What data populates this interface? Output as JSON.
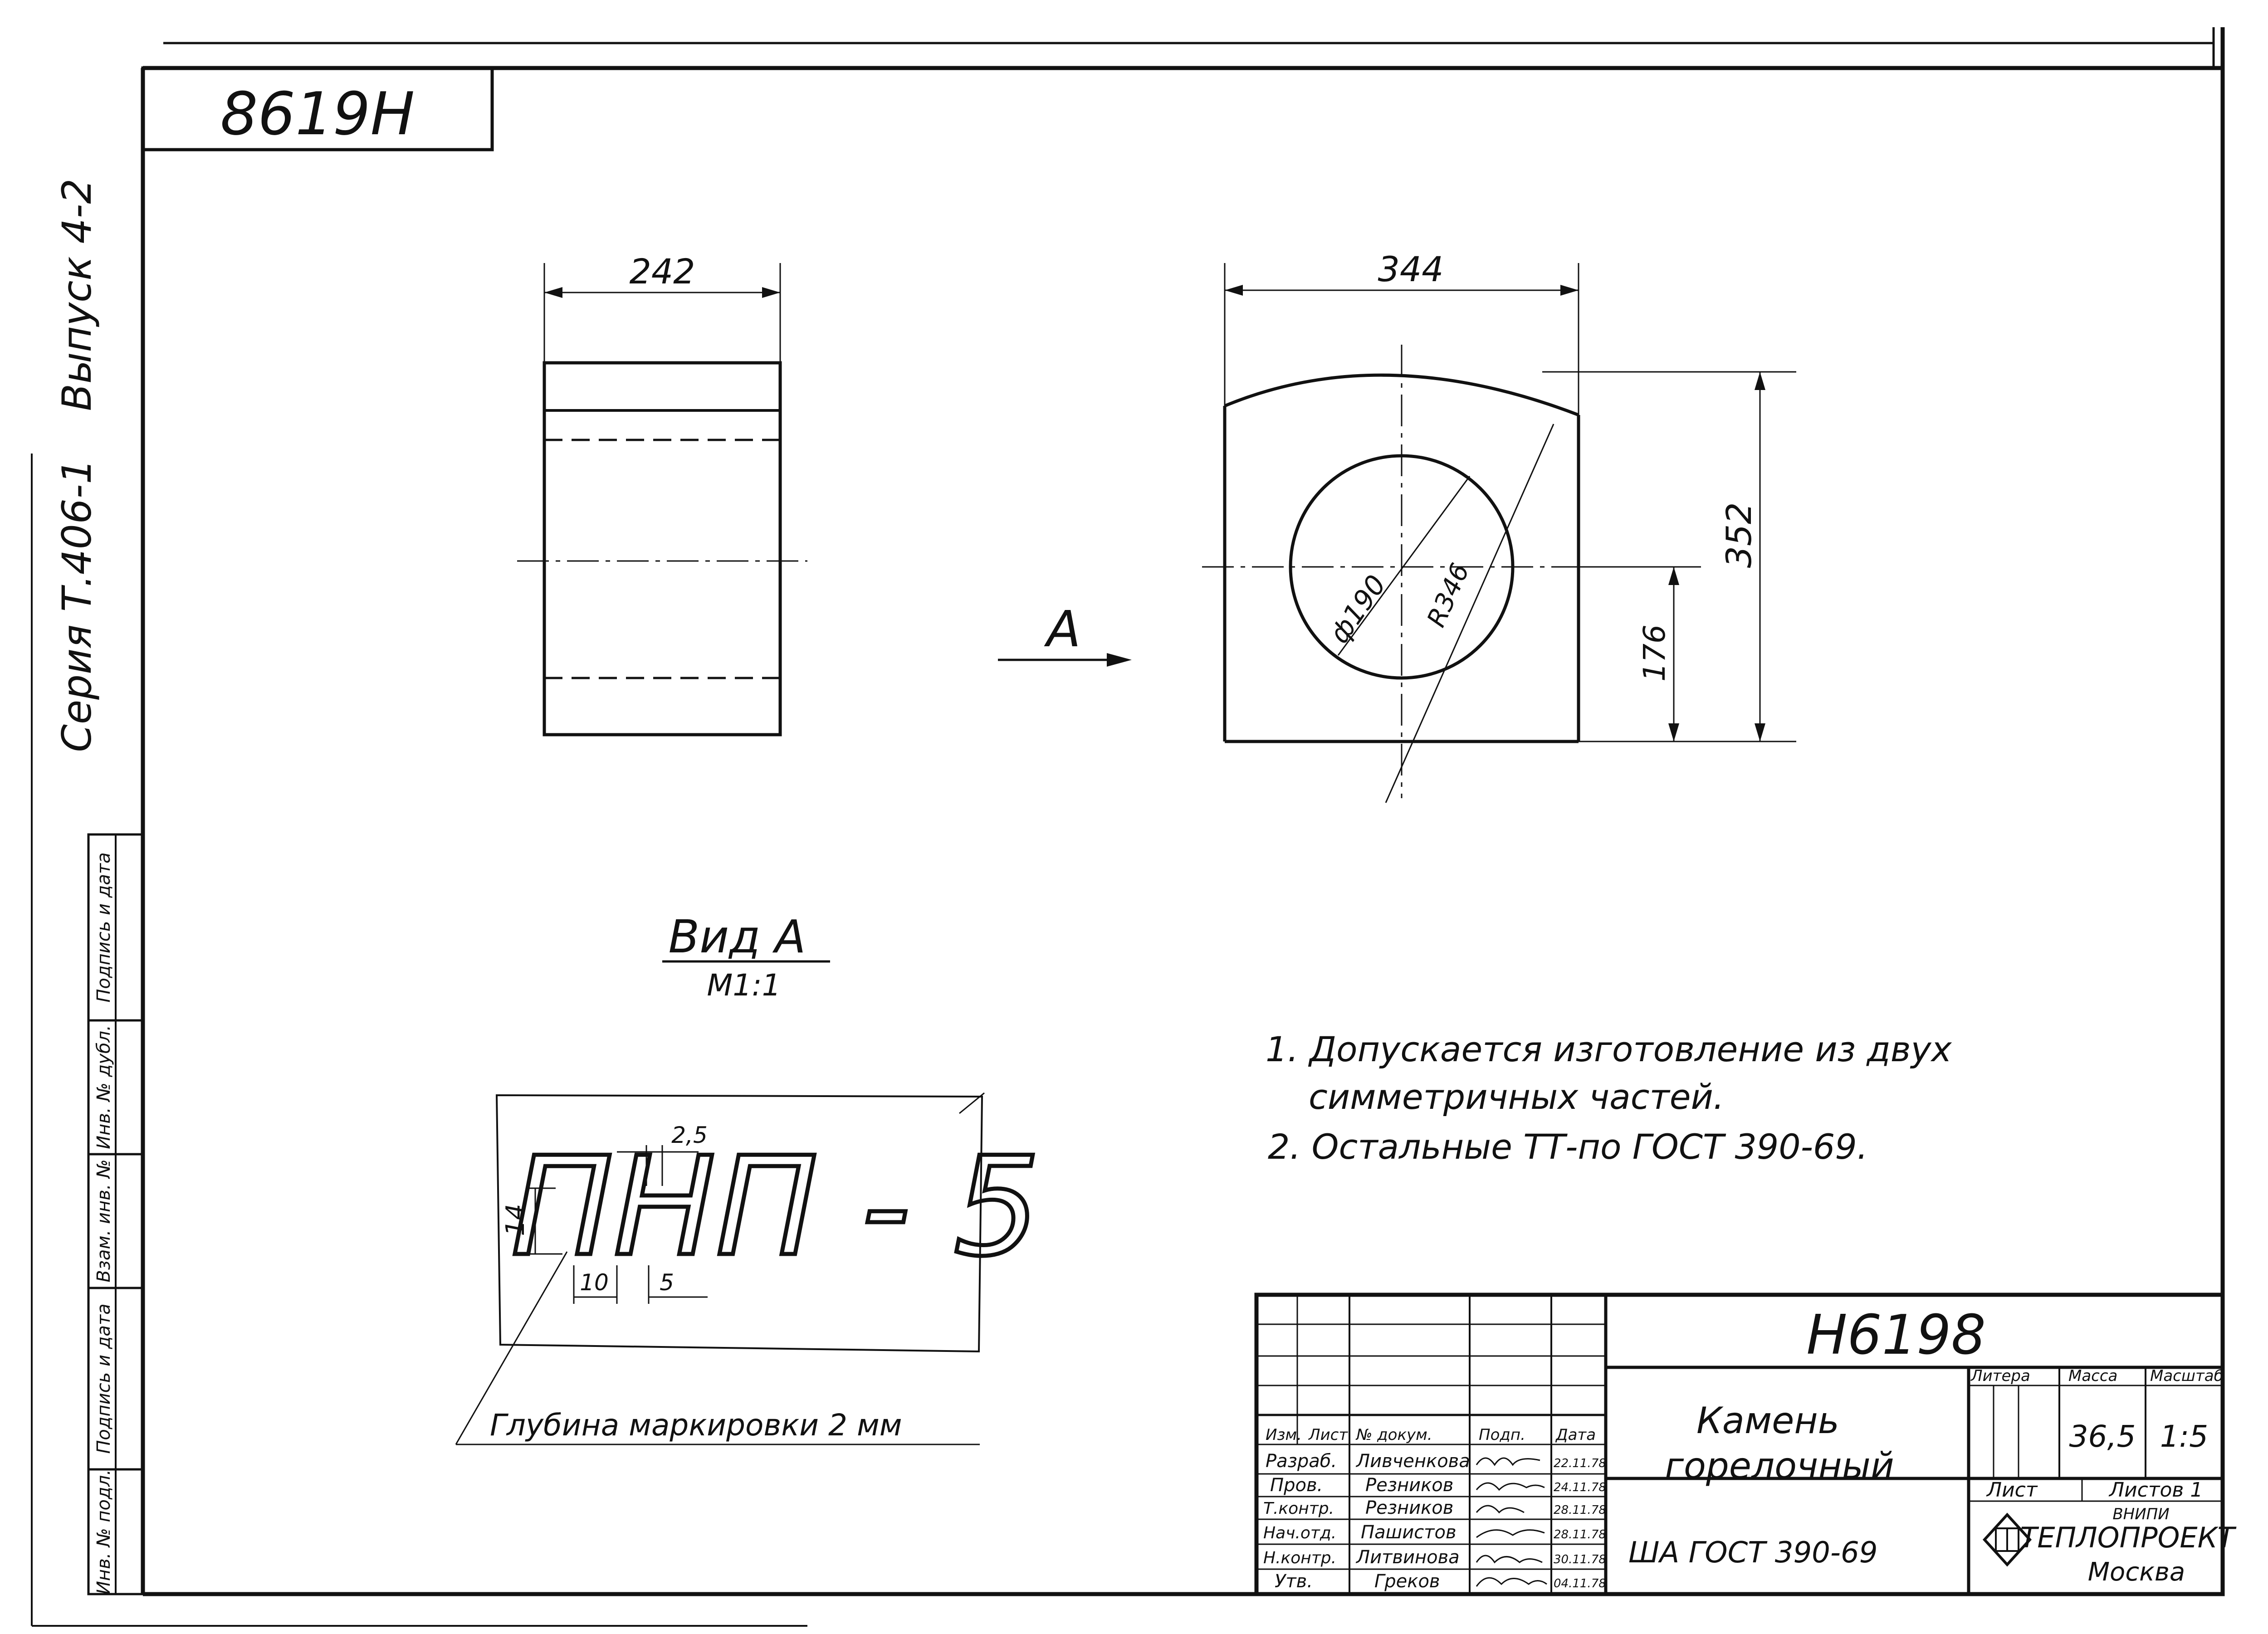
{
  "drawing": {
    "number_stamp": "Н6198",
    "number_stamp_rotated": "8619Н",
    "series": "Серия Т.406-1",
    "issue": "Выпуск 4-2",
    "ink_color": "#111111",
    "paper_color": "#ffffff"
  },
  "left_stamps": [
    "Инв. № подл.",
    "Подпись и дата",
    "Взам. инв. №",
    "Инв. № дубл.",
    "Подпись и дата"
  ],
  "views": {
    "side": {
      "width_dim": "242"
    },
    "front": {
      "width_dim": "344",
      "height_dim": "352",
      "center_dim": "176",
      "diameter": "ф190",
      "radius": "R346"
    },
    "arrow_label": "А",
    "view_a_title": "Вид А",
    "view_a_scale": "М1:1"
  },
  "marking": {
    "text": "ПНП - 5",
    "dim_height": "14",
    "dim_width": "10",
    "dim_gap": "5",
    "dim_line": "2,5",
    "depth_note": "Глубина маркировки 2 мм"
  },
  "notes": [
    "1. Допускается изготовление из двух",
    "симметричных частей.",
    "2. Остальные ТТ-по ГОСТ 390-69."
  ],
  "title_block": {
    "code": "Н6198",
    "headers": [
      "Изм.",
      "Лист",
      "№ докум.",
      "Подп.",
      "Дата"
    ],
    "rows": [
      {
        "role": "Разраб.",
        "name": "Ливченкова",
        "date": "22.11.78"
      },
      {
        "role": "Пров.",
        "name": "Резников",
        "date": "24.11.78"
      },
      {
        "role": "Т.контр.",
        "name": "Резников",
        "date": "28.11.78"
      },
      {
        "role": "Нач.отд.",
        "name": "Пашистов",
        "date": "28.11.78"
      },
      {
        "role": "Н.контр.",
        "name": "Литвинова",
        "date": "30.11.78"
      },
      {
        "role": "Утв.",
        "name": "Греков",
        "date": "04.11.78"
      }
    ],
    "product_line1": "Камень",
    "product_line2": "горелочный",
    "material": "ША ГОСТ 390-69",
    "litera_label": "Литера",
    "mass_label": "Масса",
    "scale_label": "Масштаб",
    "mass": "36,5",
    "scale": "1:5",
    "sheet_label": "Лист",
    "sheets_label": "Листов 1",
    "org_small": "ВНИПИ",
    "org_name": "ТЕПЛОПРОЕКТ",
    "org_city": "Москва"
  }
}
